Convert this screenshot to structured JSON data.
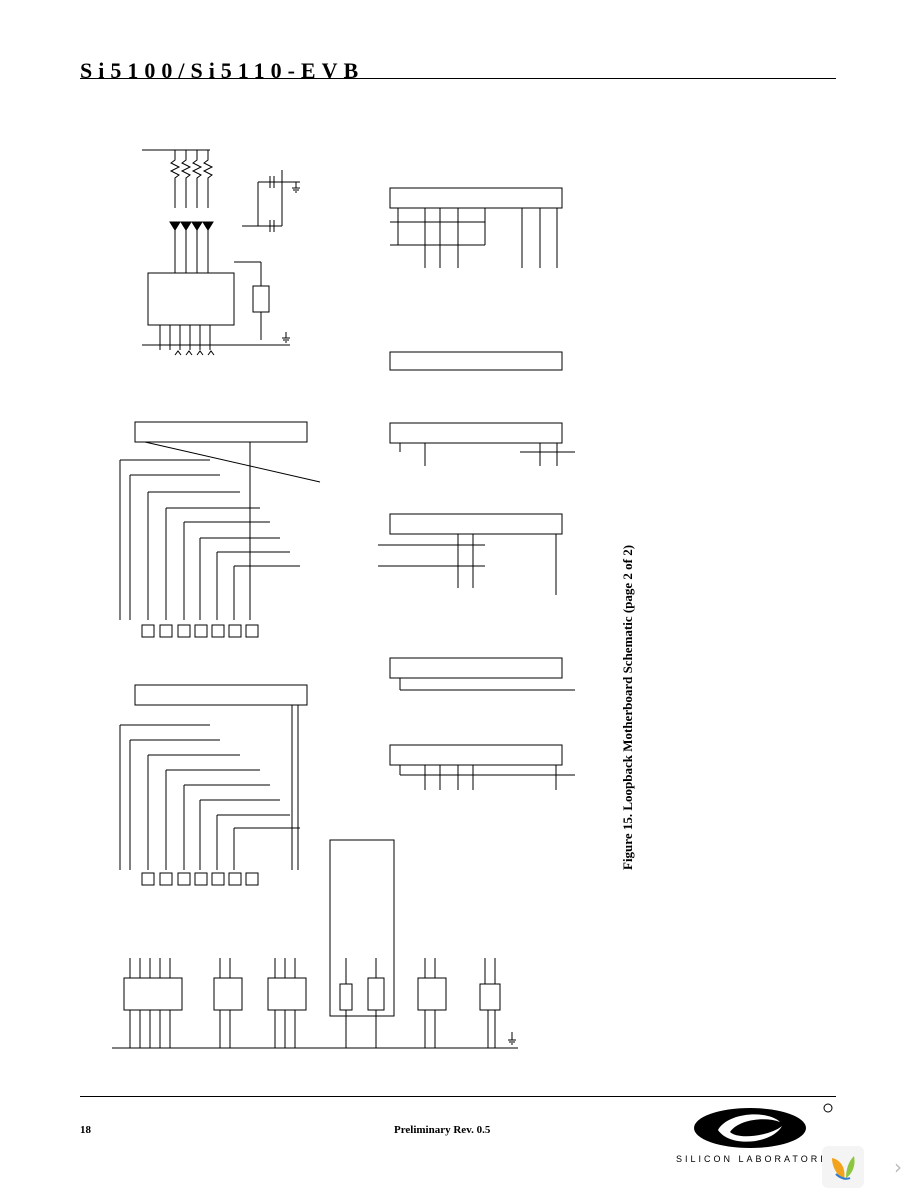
{
  "header": {
    "title": "Si5100/Si5110-EVB"
  },
  "figure": {
    "caption": "Figure 15. Loopback Motherboard Schematic (page 2 of 2)"
  },
  "footer": {
    "page_number": "18",
    "revision": "Preliminary Rev. 0.5",
    "logo_text": "SILICON LABORATORIES"
  },
  "viewer": {
    "next_label": "›"
  }
}
